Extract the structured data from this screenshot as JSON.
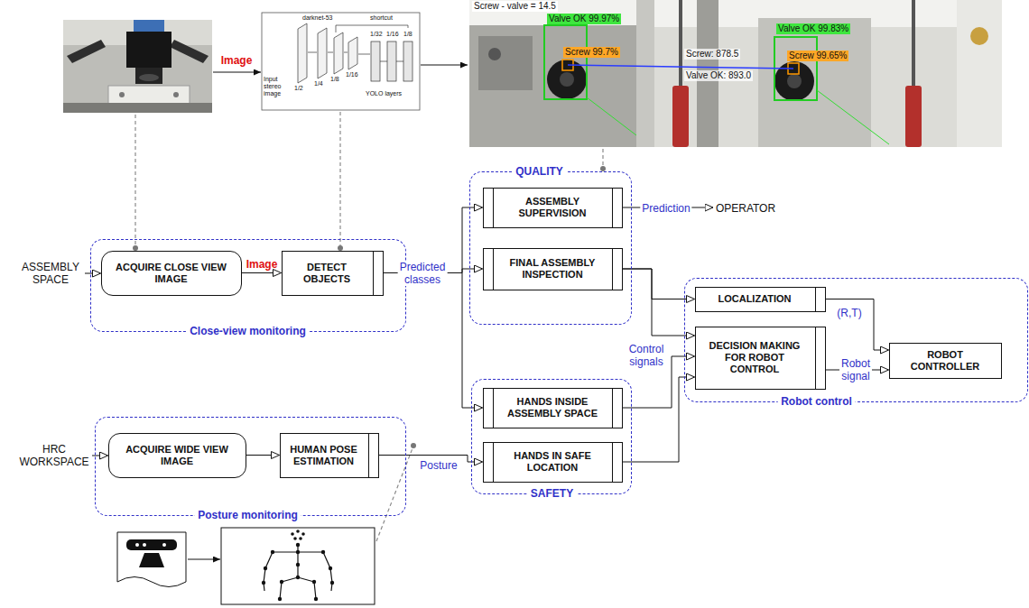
{
  "diagram": {
    "nodes": [
      {
        "text": [
          "ASSEMBLY SPACE"
        ]
      },
      {
        "text": [
          "Close-view monitoring"
        ]
      },
      {
        "text": [
          "ACQUIRE CLOSE VIEW IMAGE"
        ],
        "in": 1
      },
      {
        "text": [
          "DETECT OBJECTS"
        ],
        "in": 1
      },
      {
        "text": [
          "QUALITY"
        ]
      },
      {
        "text": [
          "ASSEMBLY SUPERVISION"
        ],
        "in": 4
      },
      {
        "text": [
          "FINAL ASSEMBLY INSPECTION"
        ],
        "in": 4
      },
      {
        "text": [
          "OPERATOR"
        ]
      },
      {
        "text": [
          "Robot control"
        ]
      },
      {
        "text": [
          "LOCALIZATION"
        ],
        "in": 8
      },
      {
        "text": [
          "DECISION MAKING FOR ROBOT CONTROL"
        ],
        "in": 8
      },
      {
        "text": [
          "ROBOT CONTROLLER"
        ],
        "in": 8
      },
      {
        "text": [
          "SAFETY"
        ]
      },
      {
        "text": [
          "HANDS INSIDE ASSEMBLY SPACE"
        ],
        "in": 12
      },
      {
        "text": [
          "HANDS IN SAFE LOCATION"
        ],
        "in": 12
      },
      {
        "text": [
          "HRC WORKSPACE"
        ]
      },
      {
        "text": [
          "Posture monitoring"
        ]
      },
      {
        "text": [
          "ACQUIRE WIDE VIEW IMAGE"
        ],
        "in": 16
      },
      {
        "text": [
          "HUMAN POSE ESTIMATION"
        ],
        "in": 16
      }
    ],
    "edges": [
      {
        "from": 0,
        "to": 2,
        "arrow": "to"
      },
      {
        "from": 2,
        "to": 3,
        "label": "Image",
        "arrow": "to"
      },
      {
        "from": 3,
        "to": 5,
        "label": "Predicted classes",
        "arrow": "to"
      },
      {
        "from": 3,
        "to": 6,
        "arrow": "to"
      },
      {
        "from": 3,
        "to": 13,
        "arrow": "to"
      },
      {
        "from": 5,
        "to": 7,
        "label": "Prediction",
        "arrow": "to"
      },
      {
        "from": 6,
        "to": 9,
        "arrow": "to"
      },
      {
        "from": 6,
        "to": 10,
        "arrow": "to"
      },
      {
        "from": 13,
        "to": 10,
        "label": "Control signals",
        "arrow": "to"
      },
      {
        "from": 14,
        "to": 10,
        "arrow": "to"
      },
      {
        "from": 9,
        "to": 11,
        "label": "(R,T)",
        "arrow": "to"
      },
      {
        "from": 10,
        "to": 11,
        "label": "Robot signal",
        "arrow": "to"
      },
      {
        "from": 15,
        "to": 17,
        "arrow": "to"
      },
      {
        "from": 17,
        "to": 18,
        "arrow": "to"
      },
      {
        "from": 18,
        "to": 14,
        "label": "Posture",
        "arrow": "to"
      }
    ],
    "labels": [
      "Image",
      "darknet-53",
      "shortcut",
      "Input stereo image",
      "1/2",
      "1/4",
      "1/8",
      "1/16",
      "1/32",
      "1/16",
      "1/8",
      "YOLO layers",
      "Screw - valve = 14.5",
      "Valve OK 99.97%",
      "Screw 99.7%",
      "Screw: 878.5",
      "Valve OK: 893.0",
      "Valve OK 99.83%",
      "Screw 99.65%"
    ]
  }
}
